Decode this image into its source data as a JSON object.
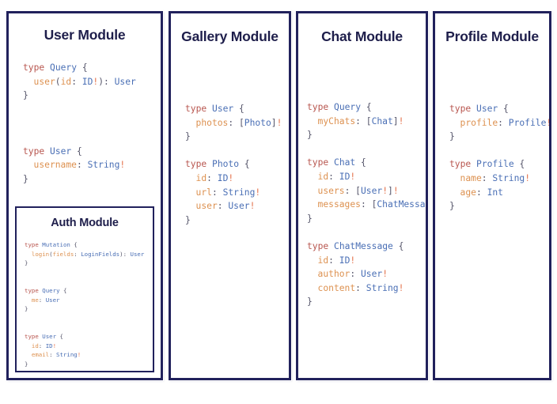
{
  "theme": {
    "background": "#ffffff",
    "panel_border": "#21215c",
    "title_color": "#1e1e4b",
    "code_keyword": "#b8564f",
    "code_typename": "#4a6fb5",
    "code_field": "#dd9150",
    "code_punctuation": "#55556a",
    "code_bang": "#e4744e"
  },
  "panels": [
    {
      "id": "user",
      "title": "User Module",
      "code": [
        {
          "indent": 0,
          "tokens": [
            [
              "kw",
              "type"
            ],
            [
              "pun",
              " "
            ],
            [
              "tname",
              "Query"
            ],
            [
              "pun",
              " {"
            ]
          ]
        },
        {
          "indent": 1,
          "tokens": [
            [
              "fld",
              "user"
            ],
            [
              "pun",
              "("
            ],
            [
              "fld",
              "id"
            ],
            [
              "pun",
              ": "
            ],
            [
              "tname",
              "ID"
            ],
            [
              "bang",
              "!"
            ],
            [
              "pun",
              "): "
            ],
            [
              "tname",
              "User"
            ]
          ]
        },
        {
          "indent": 0,
          "tokens": [
            [
              "pun",
              "}"
            ]
          ]
        },
        {
          "indent": 0,
          "tokens": []
        },
        {
          "indent": 0,
          "tokens": []
        },
        {
          "indent": 0,
          "tokens": []
        },
        {
          "indent": 0,
          "tokens": [
            [
              "kw",
              "type"
            ],
            [
              "pun",
              " "
            ],
            [
              "tname",
              "User"
            ],
            [
              "pun",
              " {"
            ]
          ]
        },
        {
          "indent": 1,
          "tokens": [
            [
              "fld",
              "username"
            ],
            [
              "pun",
              ": "
            ],
            [
              "tname",
              "String"
            ],
            [
              "bang",
              "!"
            ]
          ]
        },
        {
          "indent": 0,
          "tokens": [
            [
              "pun",
              "}"
            ]
          ]
        }
      ],
      "nested": {
        "id": "auth",
        "title": "Auth Module",
        "code": [
          {
            "indent": 0,
            "tokens": [
              [
                "kw",
                "type"
              ],
              [
                "pun",
                " "
              ],
              [
                "tname",
                "Mutation"
              ],
              [
                "pun",
                " {"
              ]
            ]
          },
          {
            "indent": 1,
            "tokens": [
              [
                "fld",
                "login"
              ],
              [
                "pun",
                "("
              ],
              [
                "fld",
                "fields"
              ],
              [
                "pun",
                ": "
              ],
              [
                "tname",
                "LoginFields"
              ],
              [
                "pun",
                "): "
              ],
              [
                "tname",
                "User"
              ]
            ]
          },
          {
            "indent": 0,
            "tokens": [
              [
                "pun",
                "}"
              ]
            ]
          },
          {
            "indent": 0,
            "tokens": []
          },
          {
            "indent": 0,
            "tokens": []
          },
          {
            "indent": 0,
            "tokens": [
              [
                "kw",
                "type"
              ],
              [
                "pun",
                " "
              ],
              [
                "tname",
                "Query"
              ],
              [
                "pun",
                " {"
              ]
            ]
          },
          {
            "indent": 1,
            "tokens": [
              [
                "fld",
                "me"
              ],
              [
                "pun",
                ": "
              ],
              [
                "tname",
                "User"
              ]
            ]
          },
          {
            "indent": 0,
            "tokens": [
              [
                "pun",
                "}"
              ]
            ]
          },
          {
            "indent": 0,
            "tokens": []
          },
          {
            "indent": 0,
            "tokens": []
          },
          {
            "indent": 0,
            "tokens": [
              [
                "kw",
                "type"
              ],
              [
                "pun",
                " "
              ],
              [
                "tname",
                "User"
              ],
              [
                "pun",
                " {"
              ]
            ]
          },
          {
            "indent": 1,
            "tokens": [
              [
                "fld",
                "id"
              ],
              [
                "pun",
                ": "
              ],
              [
                "tname",
                "ID"
              ],
              [
                "bang",
                "!"
              ]
            ]
          },
          {
            "indent": 1,
            "tokens": [
              [
                "fld",
                "email"
              ],
              [
                "pun",
                ": "
              ],
              [
                "tname",
                "String"
              ],
              [
                "bang",
                "!"
              ]
            ]
          },
          {
            "indent": 0,
            "tokens": [
              [
                "pun",
                "}"
              ]
            ]
          }
        ]
      }
    },
    {
      "id": "gallery",
      "title": "Gallery Module",
      "code": [
        {
          "indent": 0,
          "tokens": [
            [
              "kw",
              "type"
            ],
            [
              "pun",
              " "
            ],
            [
              "tname",
              "User"
            ],
            [
              "pun",
              " {"
            ]
          ]
        },
        {
          "indent": 1,
          "tokens": [
            [
              "fld",
              "photos"
            ],
            [
              "pun",
              ": ["
            ],
            [
              "tname",
              "Photo"
            ],
            [
              "pun",
              "]"
            ],
            [
              "bang",
              "!"
            ]
          ]
        },
        {
          "indent": 0,
          "tokens": [
            [
              "pun",
              "}"
            ]
          ]
        },
        {
          "indent": 0,
          "tokens": []
        },
        {
          "indent": 0,
          "tokens": [
            [
              "kw",
              "type"
            ],
            [
              "pun",
              " "
            ],
            [
              "tname",
              "Photo"
            ],
            [
              "pun",
              " {"
            ]
          ]
        },
        {
          "indent": 1,
          "tokens": [
            [
              "fld",
              "id"
            ],
            [
              "pun",
              ": "
            ],
            [
              "tname",
              "ID"
            ],
            [
              "bang",
              "!"
            ]
          ]
        },
        {
          "indent": 1,
          "tokens": [
            [
              "fld",
              "url"
            ],
            [
              "pun",
              ": "
            ],
            [
              "tname",
              "String"
            ],
            [
              "bang",
              "!"
            ]
          ]
        },
        {
          "indent": 1,
          "tokens": [
            [
              "fld",
              "user"
            ],
            [
              "pun",
              ": "
            ],
            [
              "tname",
              "User"
            ],
            [
              "bang",
              "!"
            ]
          ]
        },
        {
          "indent": 0,
          "tokens": [
            [
              "pun",
              "}"
            ]
          ]
        }
      ],
      "nested": null
    },
    {
      "id": "chat",
      "title": "Chat Module",
      "code": [
        {
          "indent": 0,
          "tokens": [
            [
              "kw",
              "type"
            ],
            [
              "pun",
              " "
            ],
            [
              "tname",
              "Query"
            ],
            [
              "pun",
              " {"
            ]
          ]
        },
        {
          "indent": 1,
          "tokens": [
            [
              "fld",
              "myChats"
            ],
            [
              "pun",
              ": ["
            ],
            [
              "tname",
              "Chat"
            ],
            [
              "pun",
              "]"
            ],
            [
              "bang",
              "!"
            ]
          ]
        },
        {
          "indent": 0,
          "tokens": [
            [
              "pun",
              "}"
            ]
          ]
        },
        {
          "indent": 0,
          "tokens": []
        },
        {
          "indent": 0,
          "tokens": [
            [
              "kw",
              "type"
            ],
            [
              "pun",
              " "
            ],
            [
              "tname",
              "Chat"
            ],
            [
              "pun",
              " {"
            ]
          ]
        },
        {
          "indent": 1,
          "tokens": [
            [
              "fld",
              "id"
            ],
            [
              "pun",
              ": "
            ],
            [
              "tname",
              "ID"
            ],
            [
              "bang",
              "!"
            ]
          ]
        },
        {
          "indent": 1,
          "tokens": [
            [
              "fld",
              "users"
            ],
            [
              "pun",
              ": ["
            ],
            [
              "tname",
              "User"
            ],
            [
              "bang",
              "!"
            ],
            [
              "pun",
              "]"
            ],
            [
              "bang",
              "!"
            ]
          ]
        },
        {
          "indent": 1,
          "tokens": [
            [
              "fld",
              "messages"
            ],
            [
              "pun",
              ": ["
            ],
            [
              "tname",
              "ChatMessage"
            ],
            [
              "pun",
              "]"
            ],
            [
              "bang",
              "!"
            ]
          ]
        },
        {
          "indent": 0,
          "tokens": [
            [
              "pun",
              "}"
            ]
          ]
        },
        {
          "indent": 0,
          "tokens": []
        },
        {
          "indent": 0,
          "tokens": [
            [
              "kw",
              "type"
            ],
            [
              "pun",
              " "
            ],
            [
              "tname",
              "ChatMessage"
            ],
            [
              "pun",
              " {"
            ]
          ]
        },
        {
          "indent": 1,
          "tokens": [
            [
              "fld",
              "id"
            ],
            [
              "pun",
              ": "
            ],
            [
              "tname",
              "ID"
            ],
            [
              "bang",
              "!"
            ]
          ]
        },
        {
          "indent": 1,
          "tokens": [
            [
              "fld",
              "author"
            ],
            [
              "pun",
              ": "
            ],
            [
              "tname",
              "User"
            ],
            [
              "bang",
              "!"
            ]
          ]
        },
        {
          "indent": 1,
          "tokens": [
            [
              "fld",
              "content"
            ],
            [
              "pun",
              ": "
            ],
            [
              "tname",
              "String"
            ],
            [
              "bang",
              "!"
            ]
          ]
        },
        {
          "indent": 0,
          "tokens": [
            [
              "pun",
              "}"
            ]
          ]
        }
      ],
      "nested": null
    },
    {
      "id": "profile",
      "title": "Profile Module",
      "code": [
        {
          "indent": 0,
          "tokens": [
            [
              "kw",
              "type"
            ],
            [
              "pun",
              " "
            ],
            [
              "tname",
              "User"
            ],
            [
              "pun",
              " {"
            ]
          ]
        },
        {
          "indent": 1,
          "tokens": [
            [
              "fld",
              "profile"
            ],
            [
              "pun",
              ": "
            ],
            [
              "tname",
              "Profile"
            ],
            [
              "bang",
              "!"
            ]
          ]
        },
        {
          "indent": 0,
          "tokens": [
            [
              "pun",
              "}"
            ]
          ]
        },
        {
          "indent": 0,
          "tokens": []
        },
        {
          "indent": 0,
          "tokens": [
            [
              "kw",
              "type"
            ],
            [
              "pun",
              " "
            ],
            [
              "tname",
              "Profile"
            ],
            [
              "pun",
              " {"
            ]
          ]
        },
        {
          "indent": 1,
          "tokens": [
            [
              "fld",
              "name"
            ],
            [
              "pun",
              ": "
            ],
            [
              "tname",
              "String"
            ],
            [
              "bang",
              "!"
            ]
          ]
        },
        {
          "indent": 1,
          "tokens": [
            [
              "fld",
              "age"
            ],
            [
              "pun",
              ": "
            ],
            [
              "tname",
              "Int"
            ]
          ]
        },
        {
          "indent": 0,
          "tokens": [
            [
              "pun",
              "}"
            ]
          ]
        }
      ],
      "nested": null
    }
  ]
}
